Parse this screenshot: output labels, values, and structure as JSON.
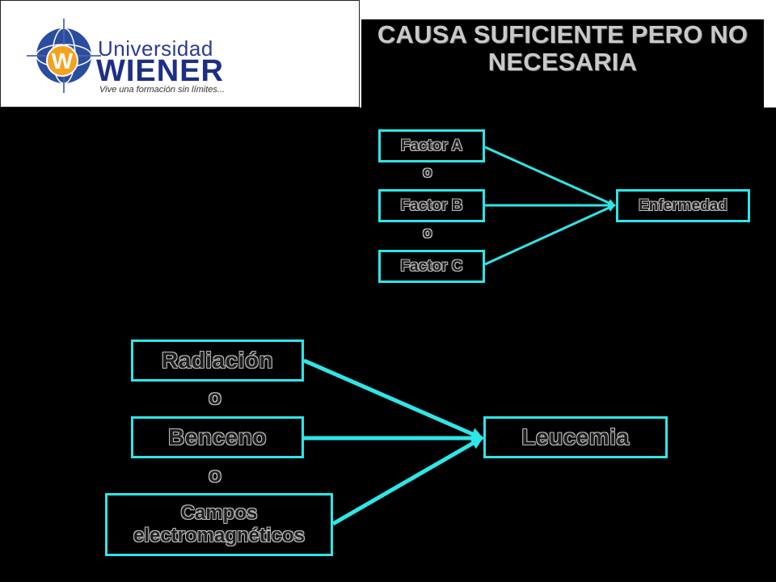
{
  "logo": {
    "name_line1": "Universidad",
    "name_line2": "WIENER",
    "tagline": "Vive una formación sin límites...",
    "icon": "globe-w-logo-icon"
  },
  "title": "CAUSA SUFICIENTE PERO NO NECESARIA",
  "diagram_top": {
    "factors": [
      "Factor A",
      "Factor B",
      "Factor C"
    ],
    "connector": "o",
    "outcome": "Enfermedad"
  },
  "diagram_bottom": {
    "factors": [
      "Radiación",
      "Benceno",
      "Campos electromagnéticos"
    ],
    "connector": "o",
    "outcome": "Leucemia"
  },
  "colors": {
    "box_border": "#2ee6e8",
    "arrow": "#2ee6e8",
    "background": "#000000"
  }
}
